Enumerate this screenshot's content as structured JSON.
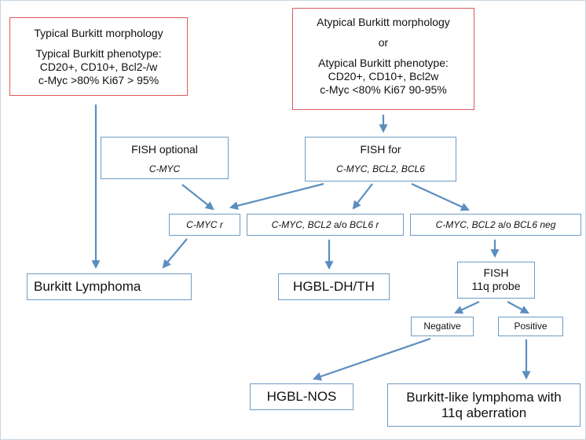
{
  "colors": {
    "box_border": "#6f9cc4",
    "highlight_border": "#e05a5a",
    "arrow": "#5b8ec0"
  },
  "typical": {
    "l1": "Typical Burkitt morphology",
    "l2": "Typical Burkitt phenotype:",
    "l3": "CD20+, CD10+, Bcl2-/w",
    "l4": "c-Myc >80% Ki67 > 95%"
  },
  "atypical": {
    "l1": "Atypical Burkitt morphology",
    "l2": "or",
    "l3": "Atypical Burkitt phenotype:",
    "l4": "CD20+, CD10+, Bcl2w",
    "l5": "c-Myc <80% Ki67 90-95%"
  },
  "fish_optional": {
    "title": "FISH optional",
    "probe": "C-MYC"
  },
  "fish_for": {
    "title": "FISH for",
    "probe": "C-MYC, BCL2, BCL6"
  },
  "cmyc_r": {
    "gene": "C-MYC",
    "suffix": " r"
  },
  "double_hit": {
    "g1": "C-MYC, BCL2",
    "mid": " a/o ",
    "g2": "BCL6",
    "suffix": " r"
  },
  "negative_hit": {
    "g1": "C-MYC, BCL2",
    "mid": " a/o ",
    "g2": "BCL6",
    "suffix": " neg"
  },
  "fish_11q": {
    "l1": "FISH",
    "l2": "11q probe"
  },
  "negative": "Negative",
  "positive": "Positive",
  "burkitt": "Burkitt Lymphoma",
  "hgbl_dh": "HGBL-DH/TH",
  "hgbl_nos": "HGBL-NOS",
  "burkitt_like": {
    "l1": "Burkitt-like lymphoma with",
    "l2": "11q aberration"
  }
}
